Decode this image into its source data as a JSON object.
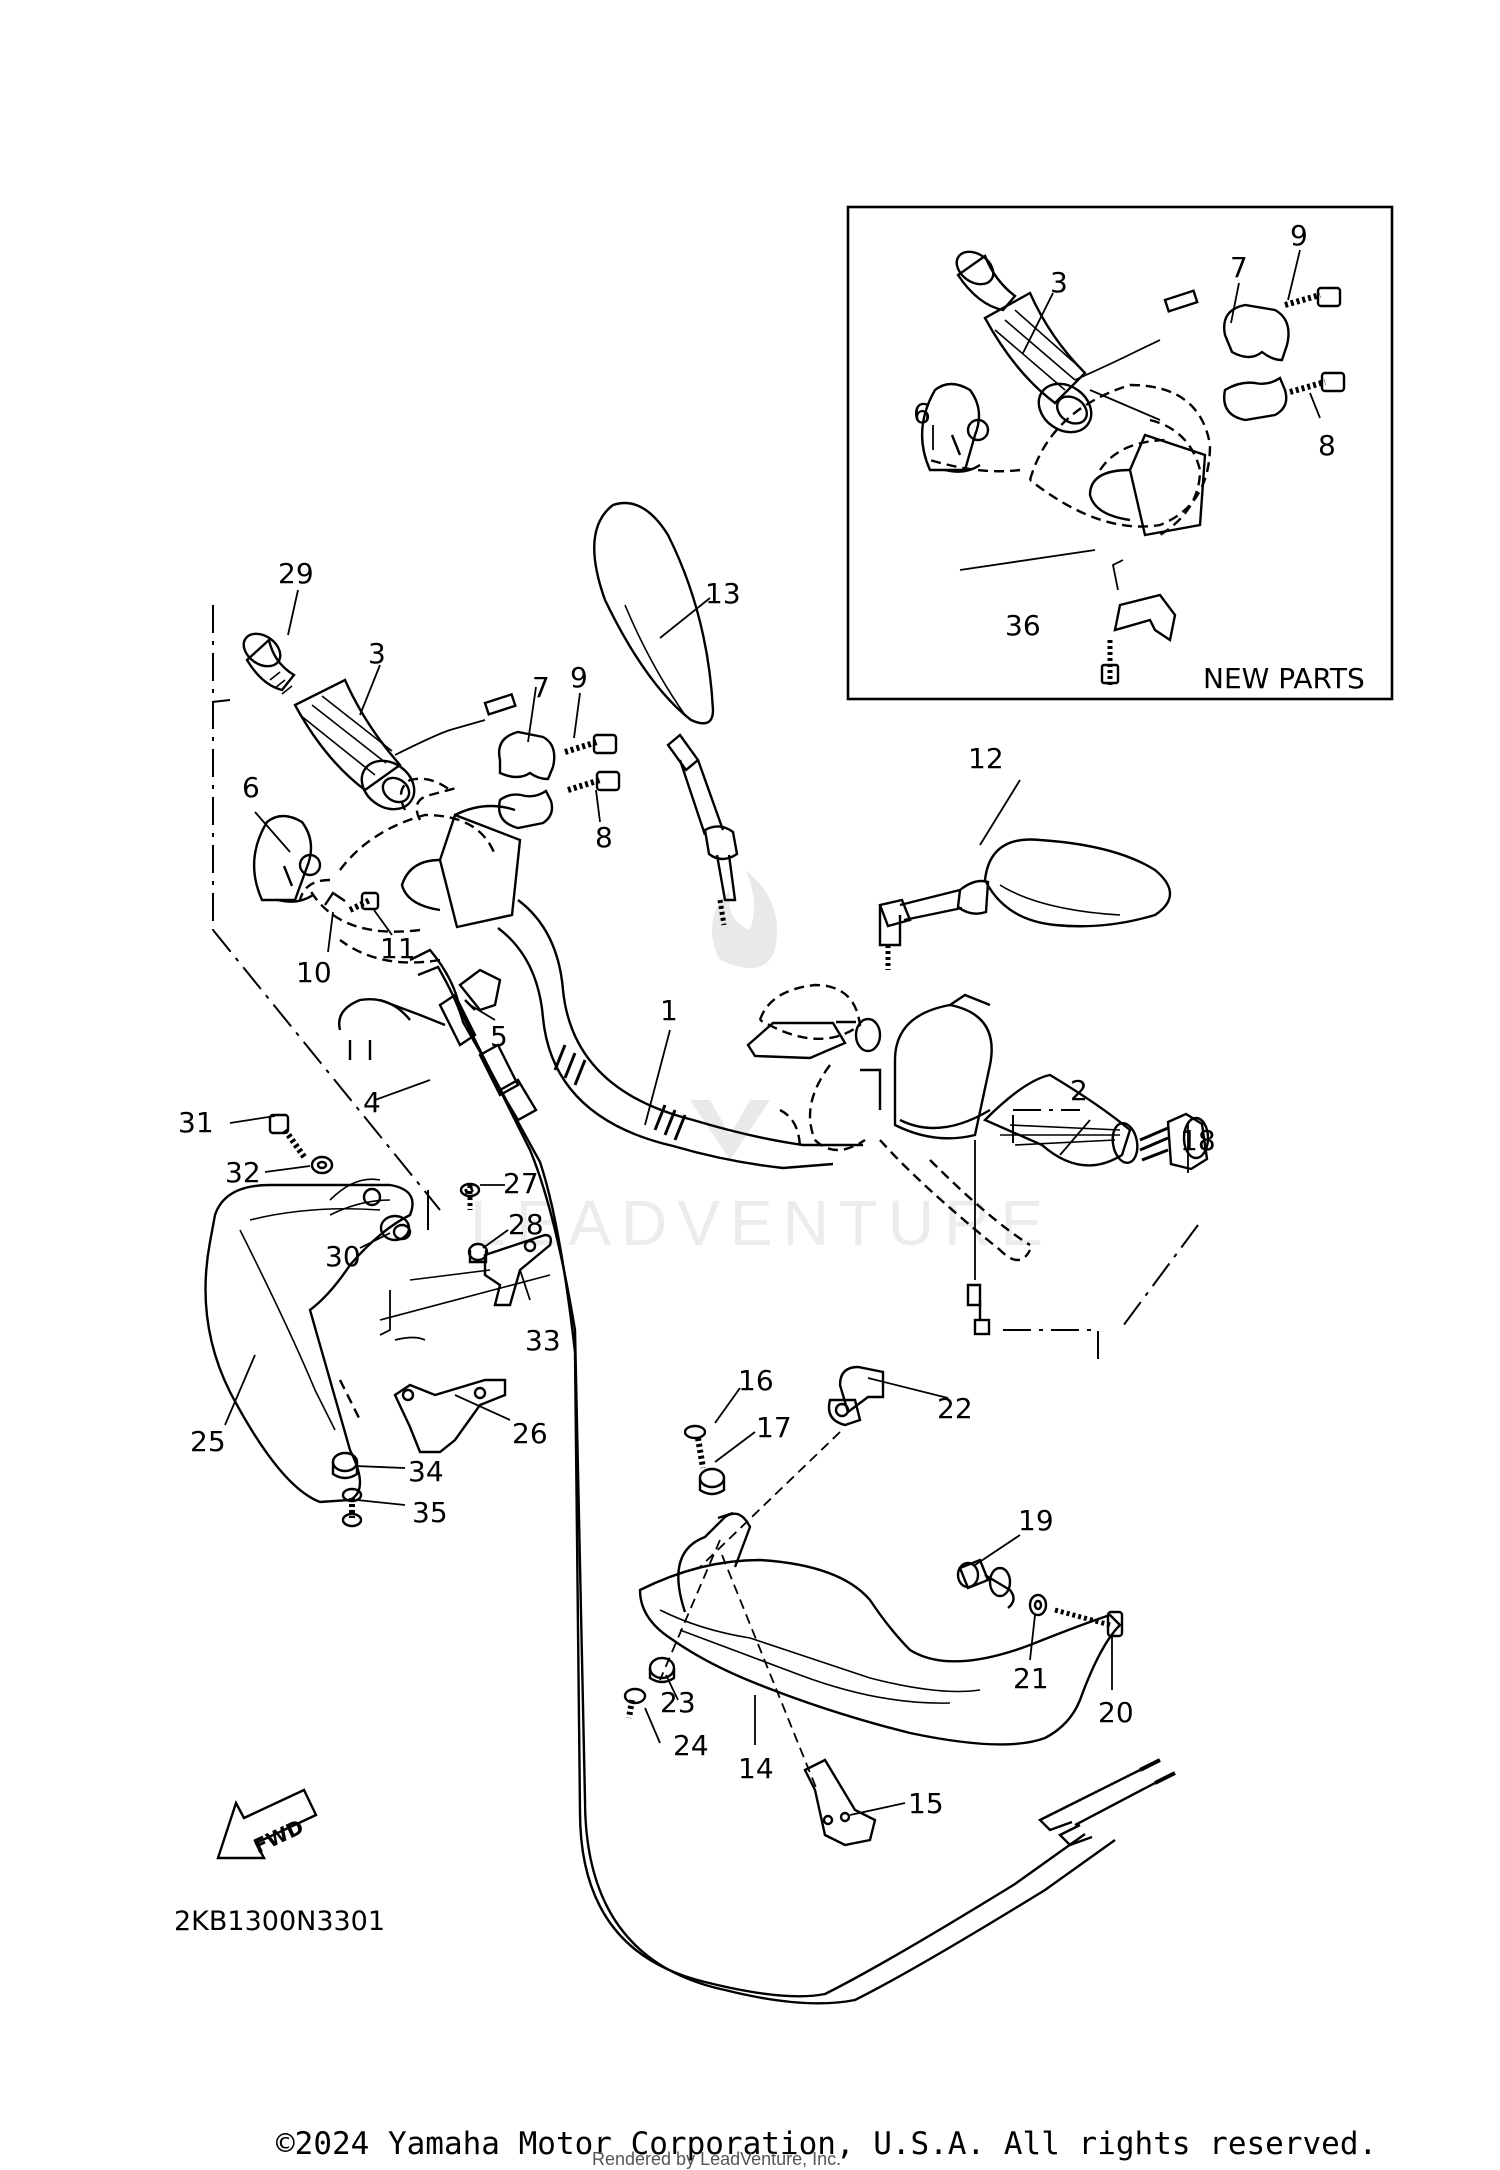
{
  "diagram": {
    "part_code": "2KB1300N3301",
    "inset_title": "NEW PARTS",
    "fwd_label": "FWD",
    "watermark_text": "LEADVENTURE",
    "callouts": [
      {
        "id": "c1",
        "text": "1"
      },
      {
        "id": "c2",
        "text": "2"
      },
      {
        "id": "c3",
        "text": "3"
      },
      {
        "id": "c4",
        "text": "4"
      },
      {
        "id": "c5",
        "text": "5"
      },
      {
        "id": "c6",
        "text": "6"
      },
      {
        "id": "c7",
        "text": "7"
      },
      {
        "id": "c8",
        "text": "8"
      },
      {
        "id": "c9",
        "text": "9"
      },
      {
        "id": "c10",
        "text": "10"
      },
      {
        "id": "c11",
        "text": "11"
      },
      {
        "id": "c12",
        "text": "12"
      },
      {
        "id": "c13",
        "text": "13"
      },
      {
        "id": "c14",
        "text": "14"
      },
      {
        "id": "c15",
        "text": "15"
      },
      {
        "id": "c16",
        "text": "16"
      },
      {
        "id": "c17",
        "text": "17"
      },
      {
        "id": "c18",
        "text": "18"
      },
      {
        "id": "c19",
        "text": "19"
      },
      {
        "id": "c20",
        "text": "20"
      },
      {
        "id": "c21",
        "text": "21"
      },
      {
        "id": "c22",
        "text": "22"
      },
      {
        "id": "c23",
        "text": "23"
      },
      {
        "id": "c24",
        "text": "24"
      },
      {
        "id": "c25",
        "text": "25"
      },
      {
        "id": "c26",
        "text": "26"
      },
      {
        "id": "c27",
        "text": "27"
      },
      {
        "id": "c28",
        "text": "28"
      },
      {
        "id": "c29",
        "text": "29"
      },
      {
        "id": "c30",
        "text": "30"
      },
      {
        "id": "c31",
        "text": "31"
      },
      {
        "id": "c32",
        "text": "32"
      },
      {
        "id": "c33",
        "text": "33"
      },
      {
        "id": "c34",
        "text": "34"
      },
      {
        "id": "c35",
        "text": "35"
      },
      {
        "id": "i3",
        "text": "3"
      },
      {
        "id": "i6",
        "text": "6"
      },
      {
        "id": "i7",
        "text": "7"
      },
      {
        "id": "i8",
        "text": "8"
      },
      {
        "id": "i9",
        "text": "9"
      },
      {
        "id": "i36",
        "text": "36"
      }
    ]
  },
  "footer": {
    "copyright": "©2024 Yamaha Motor Corporation, U.S.A. All rights reserved.",
    "rendered_by": "Rendered by LeadVenture, Inc."
  }
}
